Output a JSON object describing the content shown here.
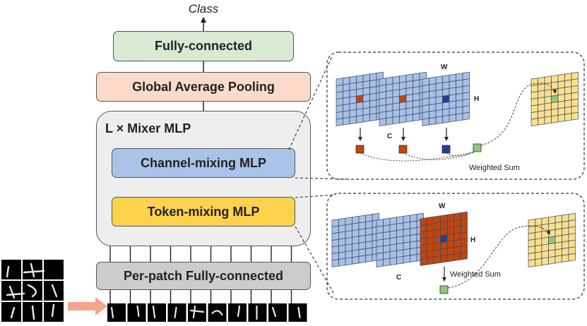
{
  "labels": {
    "class": "Class",
    "fully_connected": "Fully-connected",
    "global_average_pooling": "Global Average Pooling",
    "mixer_title": "L × Mixer MLP",
    "channel_mixing": "Channel-mixing MLP",
    "token_mixing": "Token-mixing MLP",
    "per_patch": "Per-patch Fully-connected",
    "w_top": "W",
    "h_top": "H",
    "c_top": "C",
    "weighted_sum_top": "Weighted Sum",
    "w_bottom": "W",
    "h_bottom": "H",
    "c_bottom": "C",
    "weighted_sum_bottom": "Weighted Sum"
  },
  "colors": {
    "fully_connected": "#d9ead3",
    "global_average_pooling": "#fbdacb",
    "mixer_block": "#eeeeee",
    "channel_mixing": "#a9c4e8",
    "token_mixing": "#fdd34e",
    "per_patch": "#cccccc",
    "feature_map": "#a8c0e6",
    "highlight_orange": "#c1450f",
    "highlight_blue": "#1f3f99",
    "highlight_green": "#8dc87c",
    "output_map": "#fbe08c",
    "arrow_input": "#f4a58c"
  }
}
